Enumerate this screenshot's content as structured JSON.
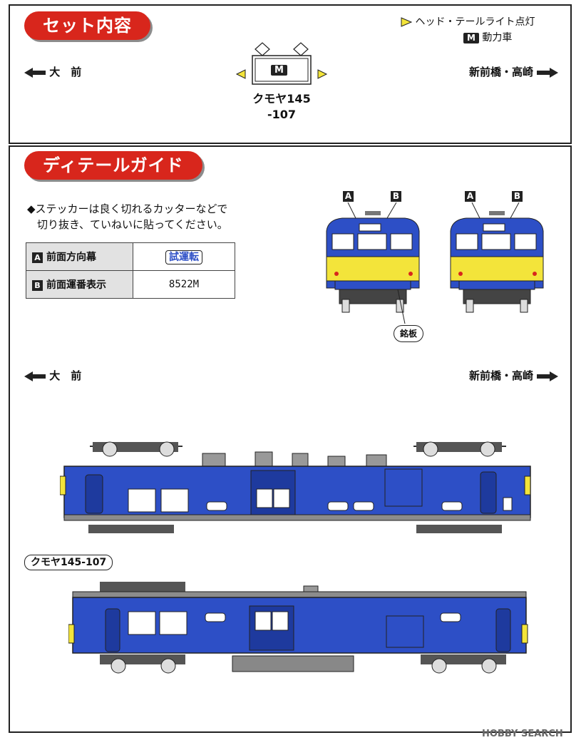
{
  "set_section": {
    "title": "セット内容",
    "legend_headlight": "ヘッド・テールライト点灯",
    "legend_motor_badge": "M",
    "legend_motor": "動力車",
    "dir_left": "大　前",
    "dir_right": "新前橋・高崎",
    "car_motor_badge": "M",
    "car_name_line1": "クモヤ145",
    "car_name_line2": "-107"
  },
  "detail_section": {
    "title": "ディテールガイド",
    "note_line1": "◆ステッカーは良く切れるカッターなどで",
    "note_line2": "切り抜き、ていねいに貼ってください。",
    "stickers": [
      {
        "tag": "A",
        "label": "前面方向幕",
        "value": "試運転"
      },
      {
        "tag": "B",
        "label": "前面運番表示",
        "value": "8522M"
      }
    ],
    "front_tag_a": "A",
    "front_tag_b": "B",
    "meiban": "銘板",
    "dir_left": "大　前",
    "dir_right": "新前橋・高崎",
    "car_label": "クモヤ145-107"
  },
  "watermark": "HOBBY SEARCH",
  "colors": {
    "accent_red": "#d8261c",
    "car_blue": "#2d4fc6",
    "car_yellow": "#f3e43a",
    "underframe_gray": "#8c8c8c"
  }
}
